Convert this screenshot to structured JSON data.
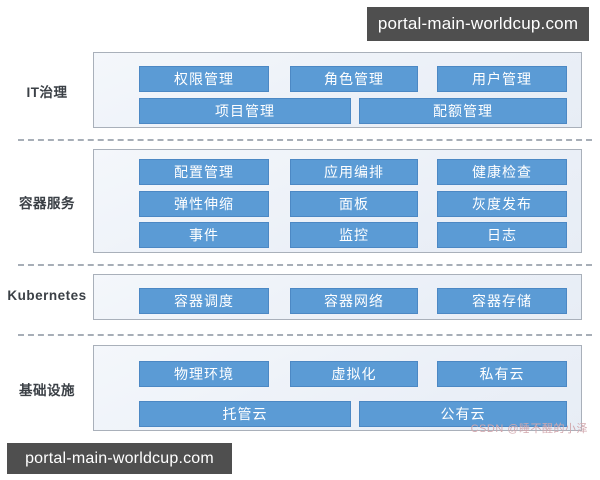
{
  "badges": {
    "top": "portal-main-worldcup.com",
    "bottom": "portal-main-worldcup.com"
  },
  "watermark": "CSDN @睡不醒的小泽",
  "colors": {
    "accent": "#5b9bd5",
    "accent_border": "#4c88c4",
    "panel_border": "#a9b0ba",
    "badge_bg": "#4f4f4f",
    "separator": "#a7aeb7",
    "watermark": "#d2a7ad"
  },
  "layers": [
    {
      "label": "IT治理",
      "rows": [
        [
          "权限管理",
          "角色管理",
          "用户管理"
        ],
        [
          "项目管理",
          "配额管理"
        ]
      ]
    },
    {
      "label": "容器服务",
      "rows": [
        [
          "配置管理",
          "应用编排",
          "健康检查"
        ],
        [
          "弹性伸缩",
          "面板",
          "灰度发布"
        ],
        [
          "事件",
          "监控",
          "日志"
        ]
      ]
    },
    {
      "label": "Kubernetes",
      "rows": [
        [
          "容器调度",
          "容器网络",
          "容器存储"
        ]
      ]
    },
    {
      "label": "基础设施",
      "rows": [
        [
          "物理环境",
          "虚拟化",
          "私有云"
        ],
        [
          "托管云",
          "公有云"
        ]
      ]
    }
  ]
}
